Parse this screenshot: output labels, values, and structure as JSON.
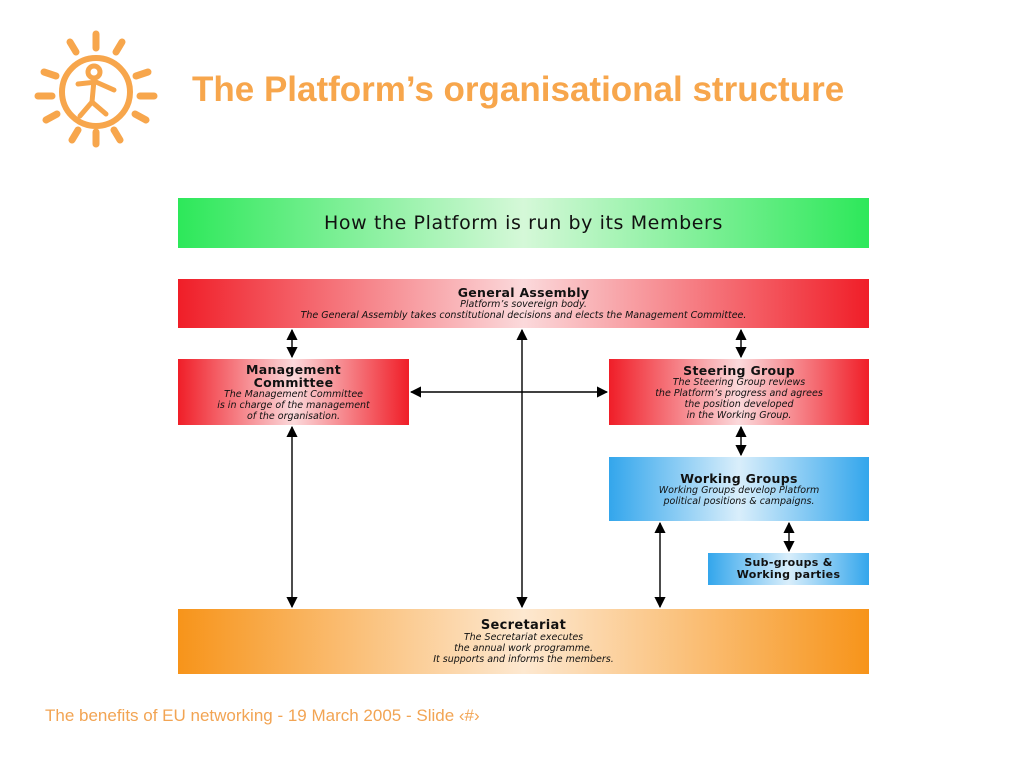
{
  "slide": {
    "title": "The Platform’s organisational structure",
    "footer": "The benefits of EU networking - 19 March 2005 - Slide ‹#›"
  },
  "diagram": {
    "banner": "How the Platform is run by its Members",
    "general_assembly": {
      "title": "General Assembly",
      "line1": "Platform’s sovereign body.",
      "line2": "The General Assembly takes constitutional decisions and elects the Management Committee."
    },
    "management_committee": {
      "title1": "Management",
      "title2": "Committee",
      "line1": "The Management Committee",
      "line2": "is in charge of the management",
      "line3": "of the organisation."
    },
    "steering_group": {
      "title": "Steering Group",
      "line1": "The Steering Group reviews",
      "line2": "the Platform’s progress and agrees",
      "line3": "the position developed",
      "line4": "in the Working Group."
    },
    "working_groups": {
      "title": "Working Groups",
      "line1": "Working Groups develop Platform",
      "line2": "political positions & campaigns."
    },
    "sub_groups": {
      "line1": "Sub-groups &",
      "line2": "Working parties"
    },
    "secretariat": {
      "title": "Secretariat",
      "line1": "The Secretariat executes",
      "line2": "the annual work programme.",
      "line3": "It supports and informs the members."
    }
  },
  "colors": {
    "title": "#f7a64c",
    "footer": "#f2a453",
    "logo": "#f7a64c",
    "arrow": "#000000"
  },
  "icons": {
    "logo": "sun-figure-logo-icon"
  }
}
